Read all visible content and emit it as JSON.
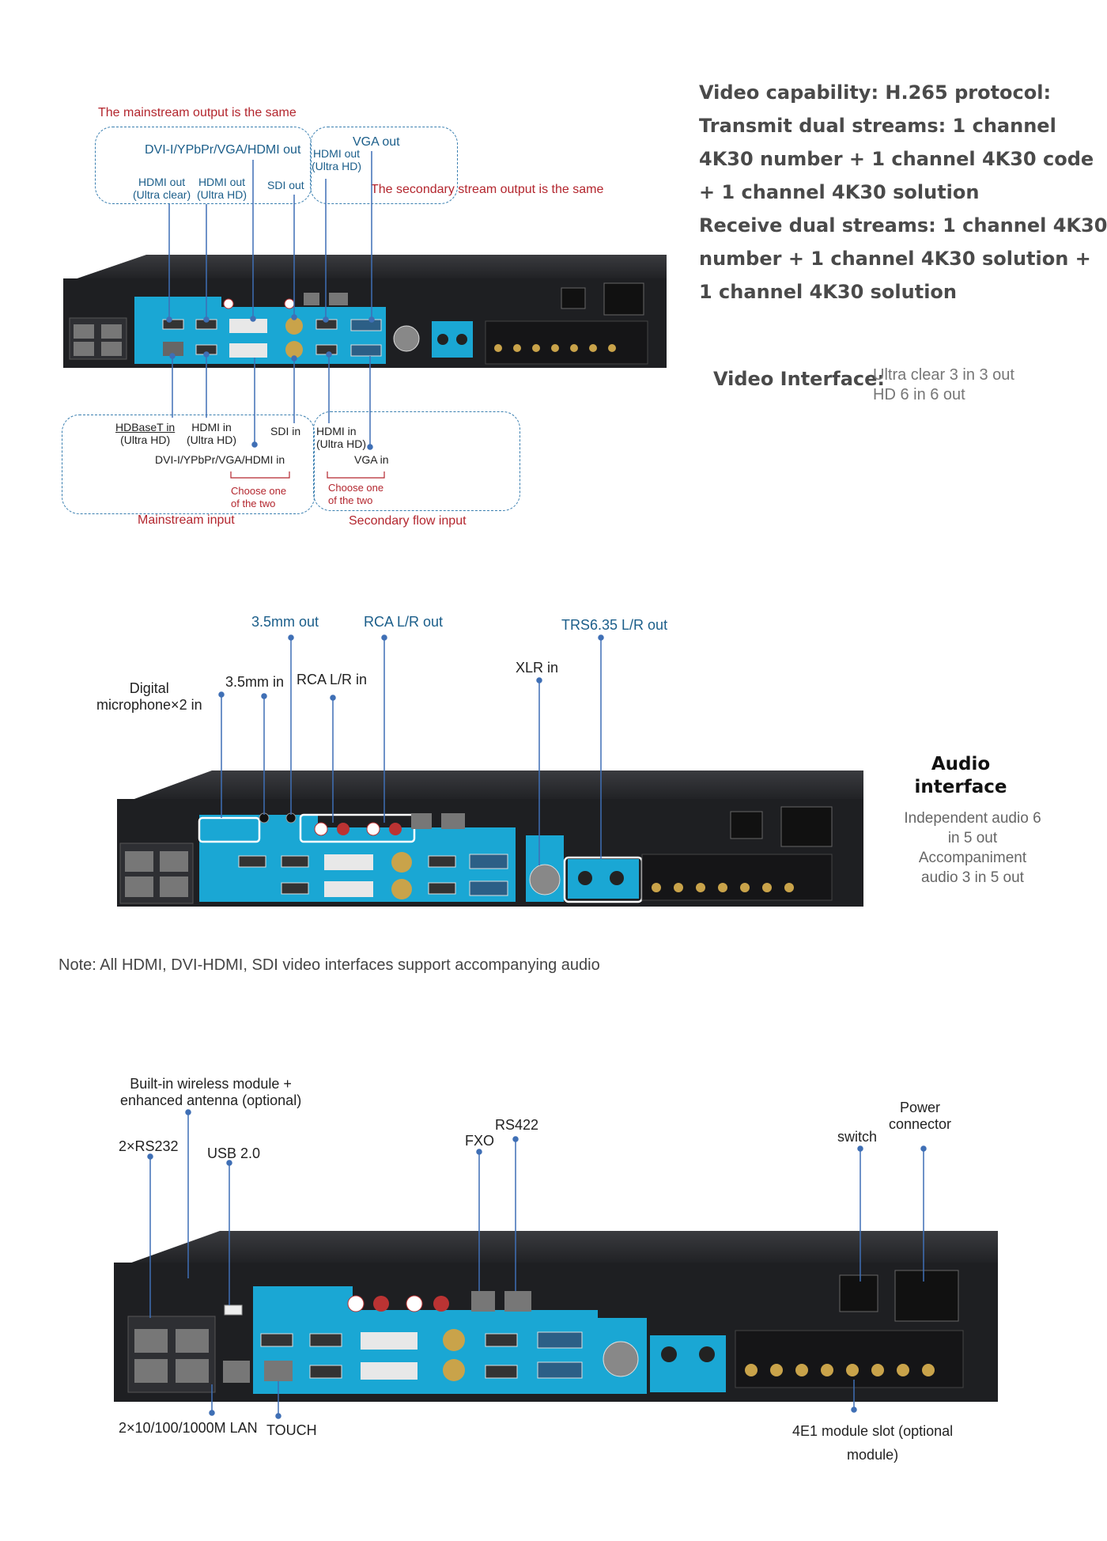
{
  "colors": {
    "chassis": "#1f1f22",
    "panel": "#2a2b2e",
    "accent_blue": "#1aa7d4",
    "label_blue": "#1b5e8a",
    "label_red": "#b3262e",
    "leader": "#3f6fb5"
  },
  "spec": {
    "lines": [
      "Video capability: H.265 protocol:",
      "Transmit dual streams: 1 channel",
      "4K30 number + 1 channel 4K30 code",
      "+ 1 channel 4K30 solution",
      "Receive dual streams: 1 channel 4K30",
      "number + 1 channel 4K30 solution +",
      "1 channel 4K30 solution"
    ]
  },
  "video_interface": {
    "title": "Video Interface:",
    "line1": "Ultra clear 3 in 3 out",
    "line2": "HD 6 in 6 out"
  },
  "video_diagram": {
    "mainstream_output_note": "The mainstream output is the same",
    "secondary_output_note": "The secondary stream output is the same",
    "dvi_out": "DVI-I/YPbPr/VGA/HDMI out",
    "vga_out": "VGA out",
    "hdmi_out_uhd_right_l1": "HDMI out",
    "hdmi_out_uhd_right_l2": "(Ultra HD)",
    "hdmi_out_clear_l1": "HDMI out",
    "hdmi_out_clear_l2": "(Ultra clear)",
    "hdmi_out_uhd_l1": "HDMI out",
    "hdmi_out_uhd_l2": "(Ultra HD)",
    "sdi_out": "SDI out",
    "hdbaset_in_l1": "HDBaseT in",
    "hdbaset_in_l2": "(Ultra HD)",
    "hdmi_in_l1": "HDMI in",
    "hdmi_in_l2": "(Ultra HD)",
    "sdi_in": "SDI in",
    "hdmi_in_right_l1": "HDMI in",
    "hdmi_in_right_l2": "(Ultra HD)",
    "dvi_in": "DVI-I/YPbPr/VGA/HDMI in",
    "vga_in": "VGA in",
    "choose_one_l1": "Choose one",
    "choose_one_l2": "of the two",
    "mainstream_input": "Mainstream input",
    "secondary_input": "Secondary flow input"
  },
  "audio_diagram": {
    "out_35": "3.5mm out",
    "rca_out": "RCA L/R out",
    "trs_out": "TRS6.35 L/R out",
    "digital_mic_l1": "Digital",
    "digital_mic_l2": "microphone×2 in",
    "in_35": "3.5mm in",
    "rca_in": "RCA L/R in",
    "xlr_in": "XLR in",
    "title_l1": "Audio",
    "title_l2": "interface",
    "desc_l1": "Independent audio 6",
    "desc_l2": "in 5 out",
    "desc_l3": "Accompaniment",
    "desc_l4": "audio 3 in 5 out"
  },
  "note": "Note: All HDMI, DVI-HDMI, SDI video interfaces support accompanying audio",
  "ports_diagram": {
    "wireless_l1": "Built-in wireless module +",
    "wireless_l2": "enhanced antenna (optional)",
    "rs232": "2×RS232",
    "usb": "USB 2.0",
    "fxo": "FXO",
    "rs422": "RS422",
    "switch": "switch",
    "power_l1": "Power",
    "power_l2": "connector",
    "lan": "2×10/100/1000M LAN",
    "touch": "TOUCH",
    "e1_l1": "4E1 module slot (optional",
    "e1_l2": "module)"
  }
}
